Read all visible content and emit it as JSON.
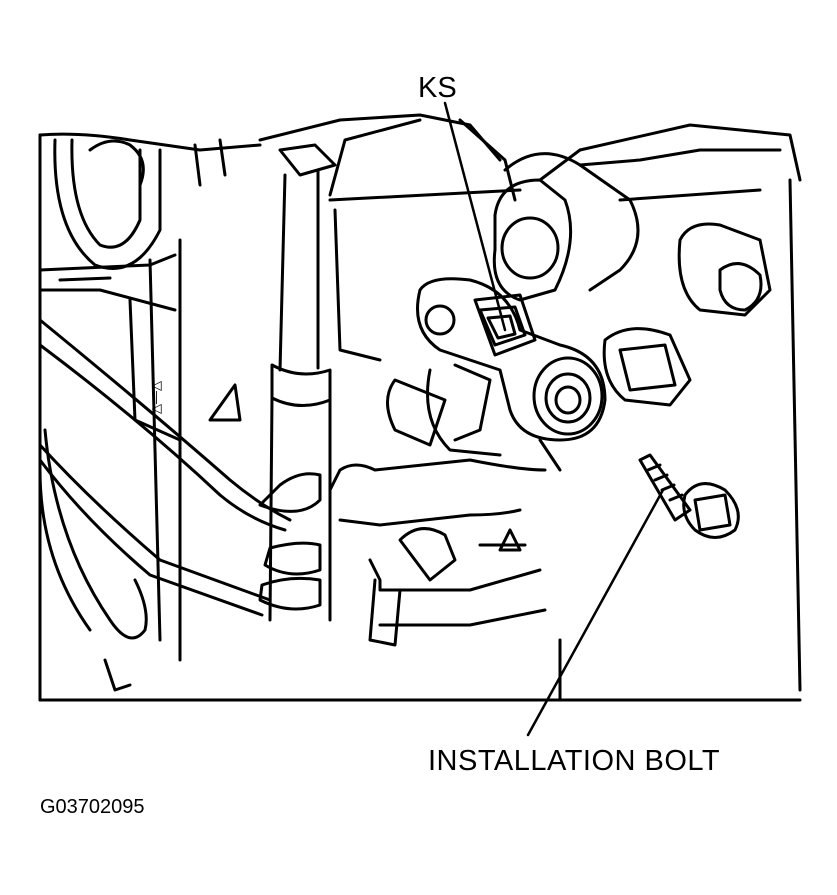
{
  "labels": {
    "knock_sensor": "KS",
    "installation_bolt": "INSTALLATION BOLT",
    "figure_code": "G03702095"
  },
  "colors": {
    "ink": "#000000",
    "paper": "#ffffff"
  }
}
